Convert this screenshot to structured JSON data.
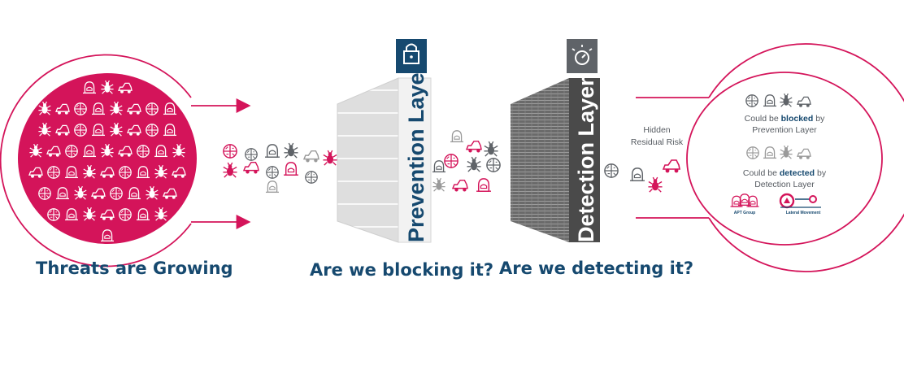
{
  "colors": {
    "accent": "#d4145a",
    "navy": "#16496f",
    "gray_dark": "#5f6368",
    "gray_light": "#e6e6e6"
  },
  "icons": [
    "hacker-icon",
    "bug-icon",
    "malware-car-icon",
    "exploit-kit-icon"
  ],
  "captions": {
    "threats": "Threats are Growing",
    "blocking": "Are we blocking it?",
    "detecting": "Are we detecting it?"
  },
  "prevention_layer": {
    "label": "Prevention Layer",
    "icon": "lock-icon"
  },
  "detection_layer": {
    "label": "Detection Layer",
    "icon": "alarm-icon"
  },
  "residual": {
    "line1": "Hidden",
    "line2": "Residual Risk"
  },
  "outcome": {
    "blocked_prefix": "Could be ",
    "blocked_word": "blocked",
    "blocked_suffix": " by",
    "blocked_line2": "Prevention Layer",
    "detected_prefix": "Could be ",
    "detected_word": "detected",
    "detected_suffix": " by",
    "detected_line2": "Detection Layer",
    "apt_label": "APT Group",
    "lateral_label": "Lateral Movement"
  }
}
